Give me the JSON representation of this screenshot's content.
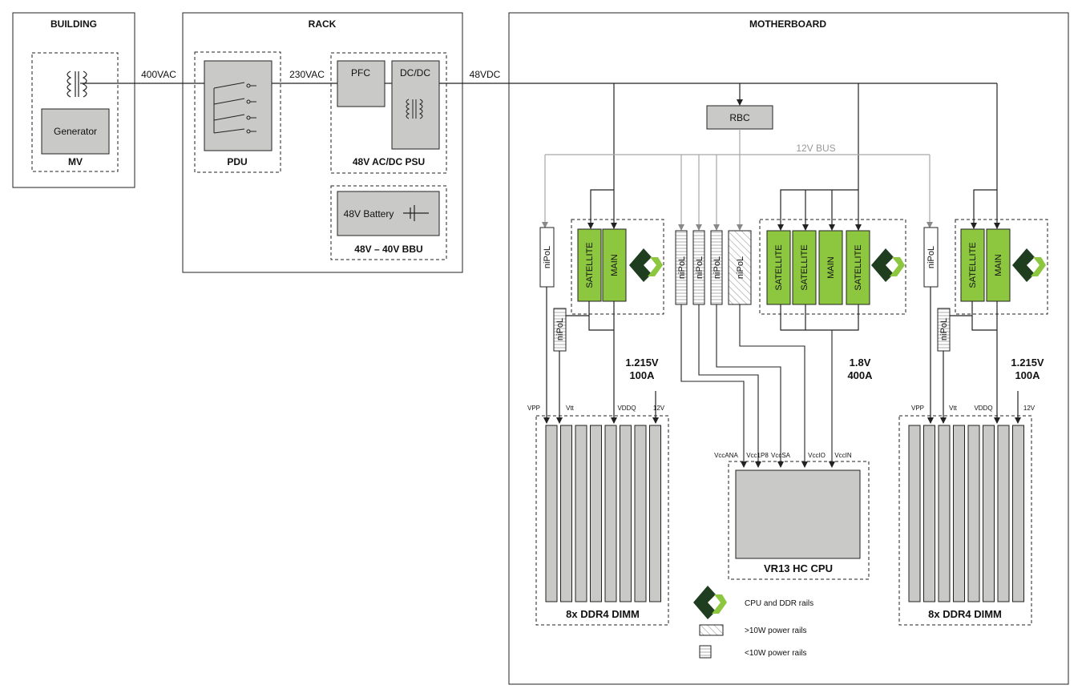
{
  "building": {
    "title": "BUILDING",
    "generator": "Generator",
    "mv": "MV"
  },
  "rack": {
    "title": "RACK",
    "pdu": "PDU",
    "pfc": "PFC",
    "dcdc": "DC/DC",
    "psu": "48V AC/DC PSU",
    "battery": "48V Battery",
    "bbu": "48V – 40V BBU"
  },
  "wires": {
    "v400": "400VAC",
    "v230": "230VAC",
    "v48": "48VDC"
  },
  "motherboard": {
    "title": "MOTHERBOARD",
    "rbc": "RBC",
    "bus12": "12V BUS",
    "nipol": "niPoL",
    "satellite": "SATELLITE",
    "main": "MAIN",
    "dimm_left": {
      "voltage": "1.215V",
      "current": "100A",
      "label": "8x DDR4 DIMM",
      "rails": [
        "VPP",
        "Vtt",
        "VDDQ",
        "12V"
      ]
    },
    "dimm_right": {
      "voltage": "1.215V",
      "current": "100A",
      "label": "8x DDR4 DIMM",
      "rails": [
        "VPP",
        "Vtt",
        "VDDQ",
        "12V"
      ]
    },
    "cpu": {
      "voltage": "1.8V",
      "current": "400A",
      "label": "VR13 HC CPU",
      "rails": [
        "VccANA",
        "Vcc1P8",
        "VccSA",
        "VccIO",
        "VccIN"
      ]
    }
  },
  "legend": {
    "cpu_ddr": "CPU and DDR rails",
    "gt10": ">10W power rails",
    "lt10": "<10W power rails"
  },
  "colors": {
    "green": "#8dc63f",
    "dark_green": "#1a3d1a",
    "grey_fill": "#c9c9c7",
    "bus_grey": "#a6a6a6"
  }
}
